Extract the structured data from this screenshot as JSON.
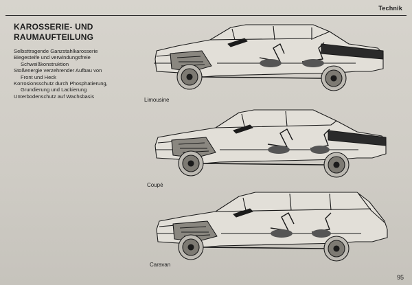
{
  "header": {
    "section": "Technik"
  },
  "heading": {
    "line1": "KAROSSERIE- UND",
    "line2": "RAUMAUFTEILUNG"
  },
  "features": [
    {
      "text": "Selbsttragende Ganzstahlkarosserie",
      "indent": false
    },
    {
      "text": "Biegesteife und verwindungsfreie",
      "indent": false
    },
    {
      "text": "Schweißkonstruktion",
      "indent": true
    },
    {
      "text": "Stoßenergie verzehrender Aufbau von",
      "indent": false
    },
    {
      "text": "Front und Heck",
      "indent": true
    },
    {
      "text": "Korrosionsschutz durch Phosphatierung,",
      "indent": false
    },
    {
      "text": "Grundierung und Lackierung",
      "indent": true
    },
    {
      "text": "Unterbodenschutz auf Wachsbasis",
      "indent": false
    }
  ],
  "cars": [
    {
      "label": "Limousine"
    },
    {
      "label": "Coupé"
    },
    {
      "label": "Caravan"
    }
  ],
  "footer": {
    "page_number": "95"
  }
}
